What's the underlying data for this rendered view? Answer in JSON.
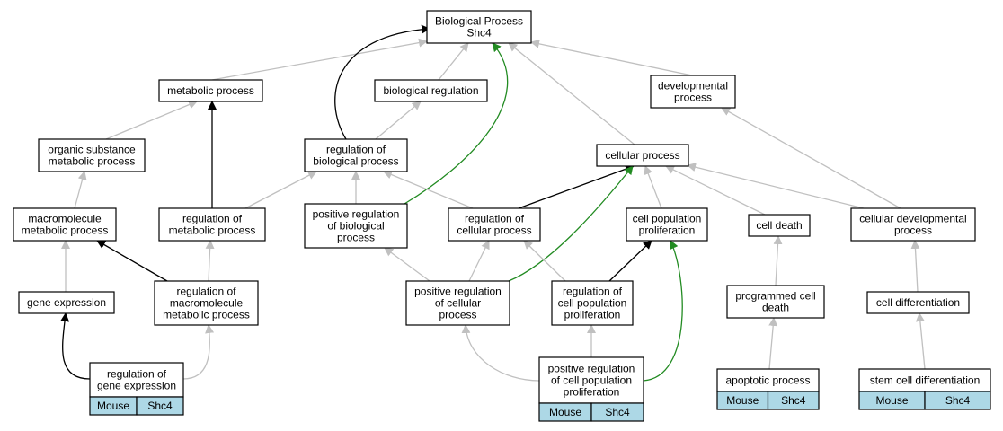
{
  "graph": {
    "nodes": {
      "bp": {
        "lines": [
          "Biological Process",
          "Shc4"
        ]
      },
      "met": {
        "lines": [
          "metabolic process"
        ]
      },
      "bio": {
        "lines": [
          "biological regulation"
        ]
      },
      "dev": {
        "lines": [
          "developmental",
          "process"
        ]
      },
      "osm": {
        "lines": [
          "organic substance",
          "metabolic process"
        ]
      },
      "rbp": {
        "lines": [
          "regulation of",
          "biological process"
        ]
      },
      "cell": {
        "lines": [
          "cellular process"
        ]
      },
      "mmp": {
        "lines": [
          "macromolecule",
          "metabolic process"
        ]
      },
      "rmp": {
        "lines": [
          "regulation of",
          "metabolic process"
        ]
      },
      "prbp": {
        "lines": [
          "positive regulation",
          "of biological",
          "process"
        ]
      },
      "rcp": {
        "lines": [
          "regulation of",
          "cellular process"
        ]
      },
      "cpp": {
        "lines": [
          "cell population",
          "proliferation"
        ]
      },
      "cd": {
        "lines": [
          "cell death"
        ]
      },
      "cdp": {
        "lines": [
          "cellular developmental",
          "process"
        ]
      },
      "ge": {
        "lines": [
          "gene expression"
        ]
      },
      "rmmp": {
        "lines": [
          "regulation of",
          "macromolecule",
          "metabolic process"
        ]
      },
      "prcp": {
        "lines": [
          "positive regulation",
          "of cellular",
          "process"
        ]
      },
      "rcpp": {
        "lines": [
          "regulation of",
          "cell population",
          "proliferation"
        ]
      },
      "pcd": {
        "lines": [
          "programmed cell",
          "death"
        ]
      },
      "cdiff": {
        "lines": [
          "cell differentiation"
        ]
      },
      "rge": {
        "lines": [
          "regulation of",
          "gene expression"
        ],
        "tags": [
          "Mouse",
          "Shc4"
        ]
      },
      "prcpp": {
        "lines": [
          "positive regulation",
          "of cell population",
          "proliferation"
        ],
        "tags": [
          "Mouse",
          "Shc4"
        ]
      },
      "ap": {
        "lines": [
          "apoptotic process"
        ],
        "tags": [
          "Mouse",
          "Shc4"
        ]
      },
      "scd": {
        "lines": [
          "stem cell differentiation"
        ],
        "tags": [
          "Mouse",
          "Shc4"
        ]
      }
    },
    "edges": [
      {
        "from": "met",
        "to": "bp",
        "kind": "is_a"
      },
      {
        "from": "bio",
        "to": "bp",
        "kind": "is_a"
      },
      {
        "from": "dev",
        "to": "bp",
        "kind": "is_a"
      },
      {
        "from": "cell",
        "to": "bp",
        "kind": "is_a"
      },
      {
        "from": "rbp",
        "to": "bp",
        "kind": "regulates"
      },
      {
        "from": "prbp",
        "to": "bp",
        "kind": "positively_regulates"
      },
      {
        "from": "osm",
        "to": "met",
        "kind": "is_a"
      },
      {
        "from": "rmp",
        "to": "met",
        "kind": "regulates"
      },
      {
        "from": "rbp",
        "to": "bio",
        "kind": "is_a"
      },
      {
        "from": "mmp",
        "to": "osm",
        "kind": "is_a"
      },
      {
        "from": "rmp",
        "to": "rbp",
        "kind": "is_a"
      },
      {
        "from": "prbp",
        "to": "rbp",
        "kind": "is_a"
      },
      {
        "from": "rcp",
        "to": "rbp",
        "kind": "is_a"
      },
      {
        "from": "rcp",
        "to": "cell",
        "kind": "regulates"
      },
      {
        "from": "cpp",
        "to": "cell",
        "kind": "is_a"
      },
      {
        "from": "cd",
        "to": "cell",
        "kind": "is_a"
      },
      {
        "from": "cdp",
        "to": "cell",
        "kind": "is_a"
      },
      {
        "from": "prcp",
        "to": "cell",
        "kind": "positively_regulates"
      },
      {
        "from": "cdp",
        "to": "dev",
        "kind": "is_a"
      },
      {
        "from": "ge",
        "to": "mmp",
        "kind": "is_a"
      },
      {
        "from": "rmmp",
        "to": "mmp",
        "kind": "regulates"
      },
      {
        "from": "rmmp",
        "to": "rmp",
        "kind": "is_a"
      },
      {
        "from": "prcp",
        "to": "prbp",
        "kind": "is_a"
      },
      {
        "from": "prcp",
        "to": "rcp",
        "kind": "is_a"
      },
      {
        "from": "rcpp",
        "to": "rcp",
        "kind": "is_a"
      },
      {
        "from": "rcpp",
        "to": "cpp",
        "kind": "regulates"
      },
      {
        "from": "prcpp",
        "to": "cpp",
        "kind": "positively_regulates"
      },
      {
        "from": "pcd",
        "to": "cd",
        "kind": "is_a"
      },
      {
        "from": "cdiff",
        "to": "cdp",
        "kind": "is_a"
      },
      {
        "from": "rge",
        "to": "ge",
        "kind": "regulates"
      },
      {
        "from": "rge",
        "to": "rmmp",
        "kind": "is_a"
      },
      {
        "from": "prcpp",
        "to": "prcp",
        "kind": "is_a"
      },
      {
        "from": "prcpp",
        "to": "rcpp",
        "kind": "is_a"
      },
      {
        "from": "ap",
        "to": "pcd",
        "kind": "is_a"
      },
      {
        "from": "scd",
        "to": "cdiff",
        "kind": "is_a"
      }
    ],
    "colors": {
      "is_a": "#c0c0c0",
      "regulates": "#000000",
      "positively_regulates": "#228b22",
      "tag_fill": "#add8e6"
    }
  }
}
